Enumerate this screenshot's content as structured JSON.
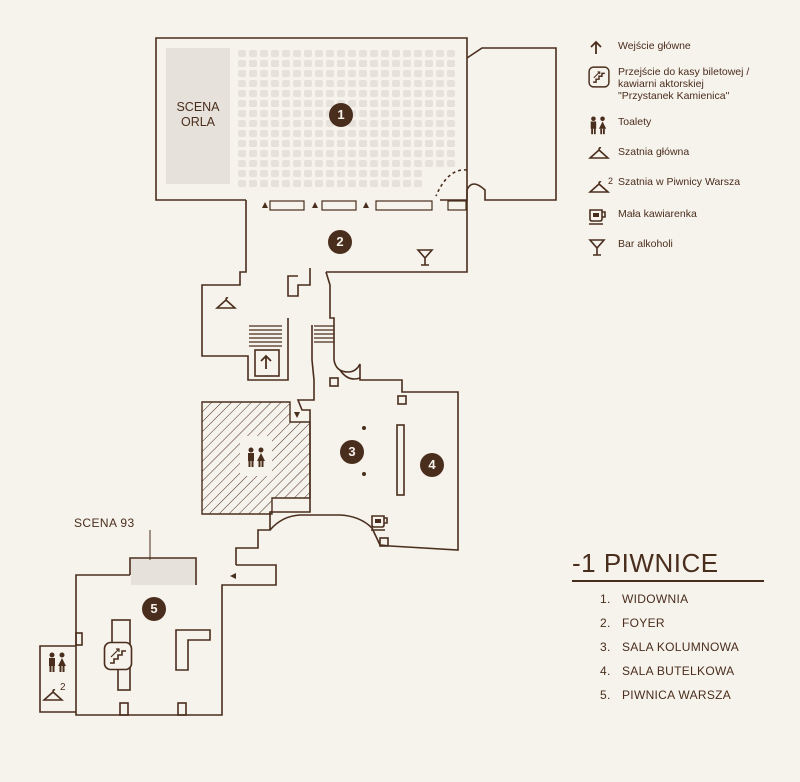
{
  "legend": {
    "entrance": {
      "icon": "arrow-up-icon",
      "label": "Wejście główne"
    },
    "passage": {
      "icon": "stairs-icon",
      "lines": [
        "Przejście do kasy biletowej /",
        "kawiarni aktorskiej",
        "\"Przystanek Kamienica\""
      ]
    },
    "toilets": {
      "icon": "toilets-icon",
      "label": "Toalety"
    },
    "cloakroom": {
      "icon": "hanger-icon",
      "label": "Szatnia główna"
    },
    "cloakroom2": {
      "icon": "hanger-2-icon",
      "label": "Szatnia w Piwnicy Warsza"
    },
    "cafe": {
      "icon": "cup-icon",
      "label": "Mała kawiarenka"
    },
    "bar": {
      "icon": "cocktail-icon",
      "label": "Bar alkoholi"
    }
  },
  "floor": {
    "title": "-1 PIWNICE"
  },
  "rooms": [
    {
      "num": "1.",
      "name": "WIDOWNIA"
    },
    {
      "num": "2.",
      "name": "FOYER"
    },
    {
      "num": "3.",
      "name": "SALA KOLUMNOWA"
    },
    {
      "num": "4.",
      "name": "SALA BUTELKOWA"
    },
    {
      "num": "5.",
      "name": "PIWNICA WARSZA"
    }
  ],
  "map": {
    "stage_orla": [
      "SCENA",
      "ORLA"
    ],
    "stage_93": "SCENA 93",
    "markers": [
      "1",
      "2",
      "3",
      "4",
      "5"
    ],
    "hanger_sup": "2",
    "colors": {
      "ink": "#4a2e1d",
      "background": "#f6f2ec",
      "stage": "#e6e1da"
    }
  }
}
